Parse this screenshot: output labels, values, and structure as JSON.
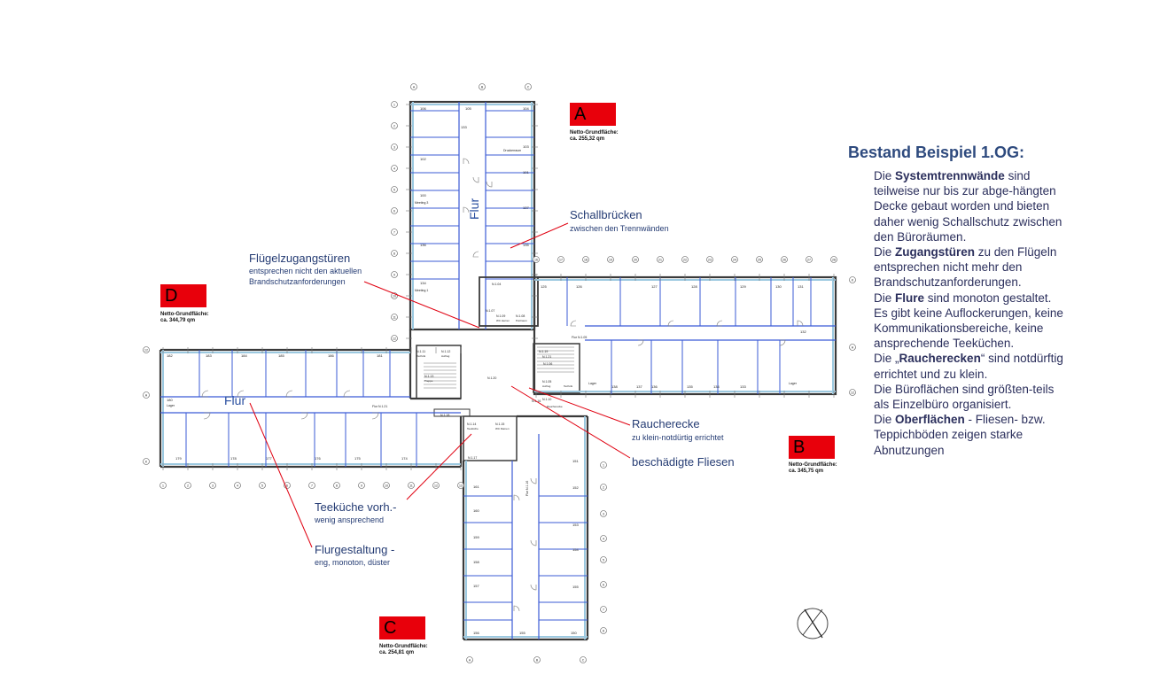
{
  "wings": [
    {
      "id": "A",
      "label": "A",
      "netto_label": "Netto-Grundfläche:",
      "area": "ca. 255,32 qm"
    },
    {
      "id": "B",
      "label": "B",
      "netto_label": "Netto-Grundfläche:",
      "area": "ca. 345,75 qm"
    },
    {
      "id": "C",
      "label": "C",
      "netto_label": "Netto-Grundfläche:",
      "area": "ca. 254,81 qm"
    },
    {
      "id": "D",
      "label": "D",
      "netto_label": "Netto-Grundfläche:",
      "area": "ca. 344,79 qm"
    }
  ],
  "annotations": {
    "schallbruecken": {
      "title": "Schallbrücken",
      "sub": "zwischen den Trennwänden"
    },
    "fluegel": {
      "title": "Flügelzugangstüren",
      "sub1": "entsprechen nicht den aktuellen",
      "sub2": "Brandschutzanforderungen"
    },
    "raucherecke": {
      "title": "Raucherecke",
      "sub": "zu klein-notdürtig errichtet"
    },
    "fliesen": {
      "title": "beschädigte Fliesen"
    },
    "teekueche": {
      "title": "Teeküche vorh.-",
      "sub": "wenig ansprechend"
    },
    "flurgestaltung": {
      "title": "Flurgestaltung -",
      "sub": "eng, monoton, düster"
    }
  },
  "flur_labels": {
    "d": "Flur",
    "a": "Flur"
  },
  "panel": {
    "title": "Bestand Beispiel 1.OG:",
    "p1": [
      "Die ",
      "Systemtrennwände",
      " sind teilweise nur bis zur abge-hängten  Decke gebaut worden und bieten daher wenig Schallschutz zwischen den Büroräumen."
    ],
    "p2": [
      "Die ",
      "Zugangstüren",
      " zu den Flügeln entsprechen nicht mehr den Brandschutzanforderungen."
    ],
    "p3": [
      "Die ",
      "Flure",
      " sind monoton gestaltet. Es gibt keine Auflockerungen, keine Kommunikationsbereiche, keine ansprechende Teeküchen."
    ],
    "p4": [
      "Die „",
      "Raucherecken",
      "“ sind notdürftig errichtet und zu klein."
    ],
    "p5": [
      "Die Büroflächen sind größten-teils als Einzelbüro organisiert."
    ],
    "p6": [
      "Die ",
      "Oberflächen",
      " - Fliesen- bzw. Teppichböden zeigen starke Abnutzungen"
    ]
  },
  "room_labels": {
    "a": [
      "106",
      "105",
      "104",
      "103",
      "102",
      "101",
      "100",
      "137",
      "136",
      "135",
      "134",
      "133"
    ],
    "a_sub": [
      "Druckerraum",
      "Meeting 3",
      "Meeting 1"
    ],
    "b": [
      "125",
      "126",
      "127",
      "128",
      "129",
      "130",
      "131",
      "132",
      "138",
      "137",
      "136",
      "135",
      "134",
      "133"
    ],
    "b_sub": [
      "Lager",
      "Lager"
    ],
    "c": [
      "161",
      "160",
      "159",
      "158",
      "157",
      "156",
      "155",
      "150",
      "151",
      "152",
      "153",
      "154",
      "155"
    ],
    "d": [
      "182",
      "183",
      "184",
      "185",
      "186",
      "181",
      "180",
      "179",
      "178",
      "177",
      "176",
      "175",
      "174"
    ],
    "d_sub": [
      "Lager"
    ],
    "core": [
      "N.1.04",
      "N.1.20",
      "N.1.11",
      "N.1.12",
      "N.1.13",
      "N.1.14",
      "N.1.15",
      "N.1.16",
      "N.1.17",
      "N.1.18",
      "N.1.19",
      "N.1.21",
      "N.1.05",
      "N.1.06",
      "N.1.07",
      "N.1.08",
      "N.1.09",
      "N.1.10"
    ],
    "core_sub": [
      "Technik",
      "Aufzug",
      "Treppe",
      "Teeküche",
      "WC Damen",
      "WC Herren",
      "Putzraum",
      "Raucherecke",
      "Aufzug",
      "Technik"
    ]
  },
  "axes": {
    "top": [
      "A",
      "B",
      "C"
    ],
    "bottom_c": [
      "A",
      "B",
      "C"
    ],
    "d_bottom": [
      "1",
      "2",
      "3",
      "4",
      "5",
      "6",
      "7",
      "8",
      "9",
      "10",
      "11",
      "12",
      "13"
    ],
    "b_top": [
      "16",
      "17",
      "18",
      "19",
      "20",
      "21",
      "22",
      "23",
      "24",
      "25",
      "26",
      "27",
      "28"
    ],
    "left_d": [
      "12",
      "H",
      "K"
    ],
    "right_b": [
      "K",
      "H",
      "12"
    ],
    "a_left": [
      "1",
      "2",
      "3",
      "4",
      "5",
      "6",
      "7",
      "8",
      "9",
      "10",
      "11",
      "12"
    ]
  },
  "colors": {
    "wing_label_bg": "#e8000b",
    "annotation": "#243b73",
    "panel_title": "#2e4a7e",
    "wall": "#3a3a3a",
    "partition": "#3b5bd6",
    "glass": "#9cc9e0",
    "leader": "#e00010"
  }
}
